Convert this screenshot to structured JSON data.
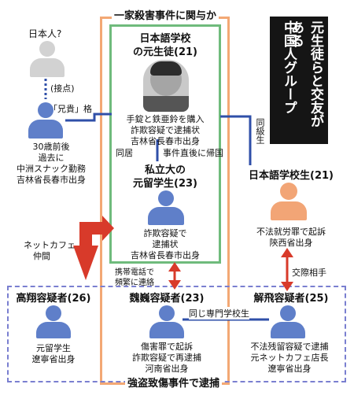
{
  "headline": {
    "line1": "元生徒らと交友がある",
    "line2": "中国人グループ"
  },
  "groups": {
    "murder_case": "一家殺害事件に関与か",
    "robbery_arrest": "強盗致傷事件で逮捕"
  },
  "nodes": {
    "japanese": {
      "name": "日本人?"
    },
    "contact": {
      "label": "(接点)"
    },
    "boss": {
      "tag": "「兄貴」格",
      "lines": [
        "30歳前後",
        "過去に",
        "中洲スナック勤務",
        "吉林省長春市出身"
      ]
    },
    "former_student": {
      "title1": "日本語学校",
      "title2": "の元生徒(21)",
      "lines": [
        "手錠と鉄亜鈴を購入",
        "詐欺容疑で逮捕状",
        "吉林省長春市出身"
      ]
    },
    "uni_student": {
      "title1": "私立大の",
      "title2": "元留学生(23)",
      "lines": [
        "詐欺容疑で",
        "逮捕状",
        "吉林省長春市出身"
      ]
    },
    "school_student": {
      "title": "日本語学校生(21)",
      "lines": [
        "不法就労罪で起訴",
        "陝西省出身"
      ]
    },
    "gao": {
      "title": "高翔容疑者(26)",
      "lines": [
        "元留学生",
        "遼寧省出身"
      ]
    },
    "wei": {
      "title": "魏巍容疑者(23)",
      "lines": [
        "傷害罪で起訴",
        "詐欺容疑で再逮捕",
        "河南省出身"
      ]
    },
    "xie": {
      "title": "解飛容疑者(25)",
      "lines": [
        "不法残留容疑で逮捕",
        "元ネットカフェ店長",
        "遼寧省出身"
      ]
    }
  },
  "relations": {
    "living_together": "同居",
    "returned_home": "事件直後に帰国",
    "classmate": "同級生",
    "net_cafe": "ネットカフェ",
    "net_cafe2": "仲間",
    "phone1": "携帯電話で",
    "phone2": "頻繁に連絡",
    "partner": "交際相手",
    "same_school": "同じ専門学校生"
  },
  "colors": {
    "orange_frame": "#f3a874",
    "green_frame": "#6fbb7c",
    "dashed_frame": "#7a7fd0",
    "person_blue": "#5f7fc9",
    "person_grey": "#d2d2d2",
    "person_orange": "#f2a576",
    "arrow_red": "#d83a2a",
    "line_blue": "#2f4fa8",
    "headline_bg": "#151515"
  }
}
